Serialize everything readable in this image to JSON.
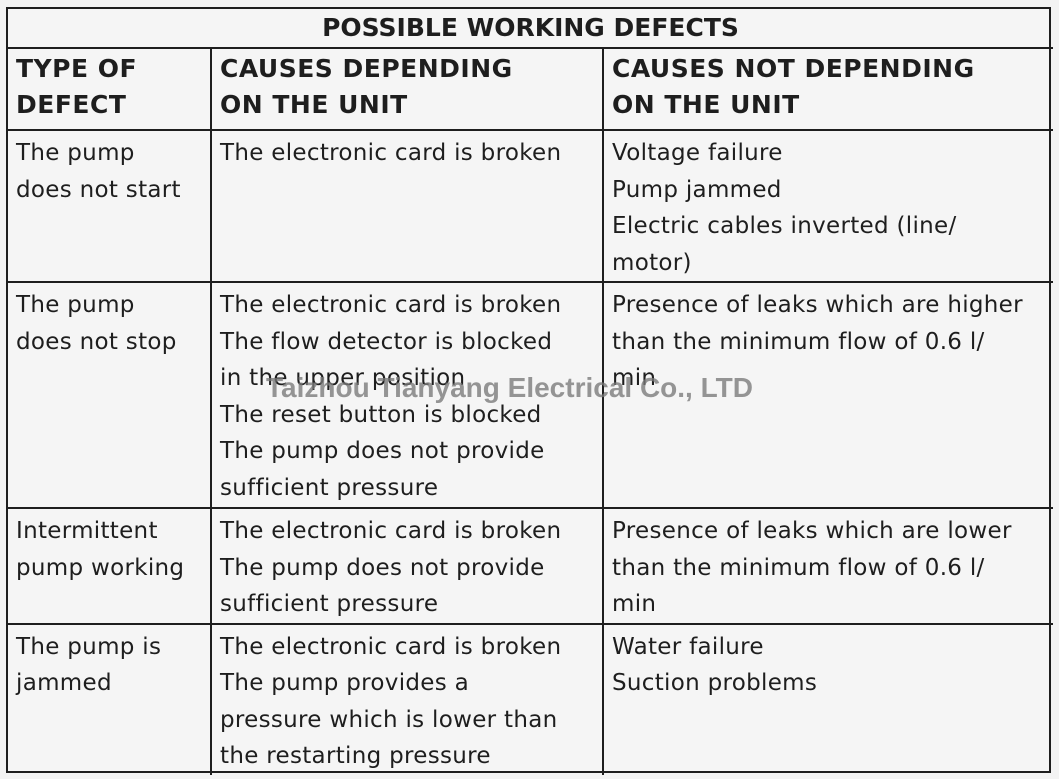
{
  "table": {
    "title": "POSSIBLE WORKING DEFECTS",
    "headers": [
      [
        "TYPE OF",
        "DEFECT"
      ],
      [
        "CAUSES DEPENDING",
        "ON THE UNIT"
      ],
      [
        "CAUSES NOT DEPENDING",
        "ON THE UNIT"
      ]
    ],
    "rows": [
      {
        "type": [
          "The pump",
          "does not start"
        ],
        "depending": [
          "The electronic card is broken"
        ],
        "not_depending": [
          "Voltage failure",
          "Pump jammed",
          "Electric cables inverted (line/",
          "motor)"
        ]
      },
      {
        "type": [
          "The pump",
          "does not stop"
        ],
        "depending": [
          "The electronic card is broken",
          "The flow detector is blocked",
          "in the upper position",
          "The reset button is blocked",
          "The pump does not provide",
          "sufficient pressure"
        ],
        "not_depending": [
          "Presence of leaks which are higher",
          "than the minimum flow of 0.6 l/",
          "min"
        ]
      },
      {
        "type": [
          "Intermittent",
          "pump working"
        ],
        "depending": [
          "The electronic card is broken",
          "The pump does not provide",
          "sufficient pressure"
        ],
        "not_depending": [
          "Presence of leaks which are lower",
          "than the minimum flow of 0.6 l/",
          "min"
        ]
      },
      {
        "type": [
          "The pump is",
          "jammed"
        ],
        "depending": [
          "The electronic card is broken",
          "The pump provides a",
          "pressure which is lower than",
          "the restarting pressure"
        ],
        "not_depending": [
          "Water failure",
          "Suction problems"
        ]
      }
    ]
  },
  "watermark": "Taizhou Tianyang Electrical Co., LTD"
}
